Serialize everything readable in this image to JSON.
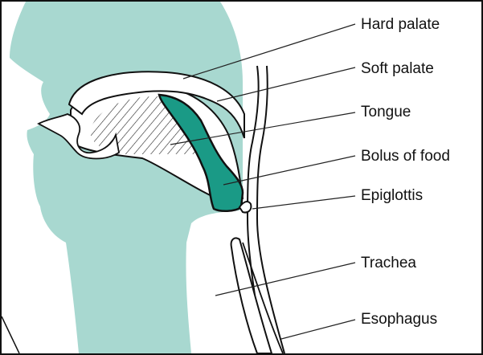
{
  "labels": {
    "hard_palate": "Hard palate",
    "soft_palate": "Soft palate",
    "tongue": "Tongue",
    "bolus": "Bolus of food",
    "epiglottis": "Epiglottis",
    "trachea": "Trachea",
    "esophagus": "Esophagus"
  },
  "colors": {
    "tissue": "#a8d8d0",
    "bolus": "#1a9a86",
    "outline": "#111111",
    "cavity": "#ffffff"
  }
}
